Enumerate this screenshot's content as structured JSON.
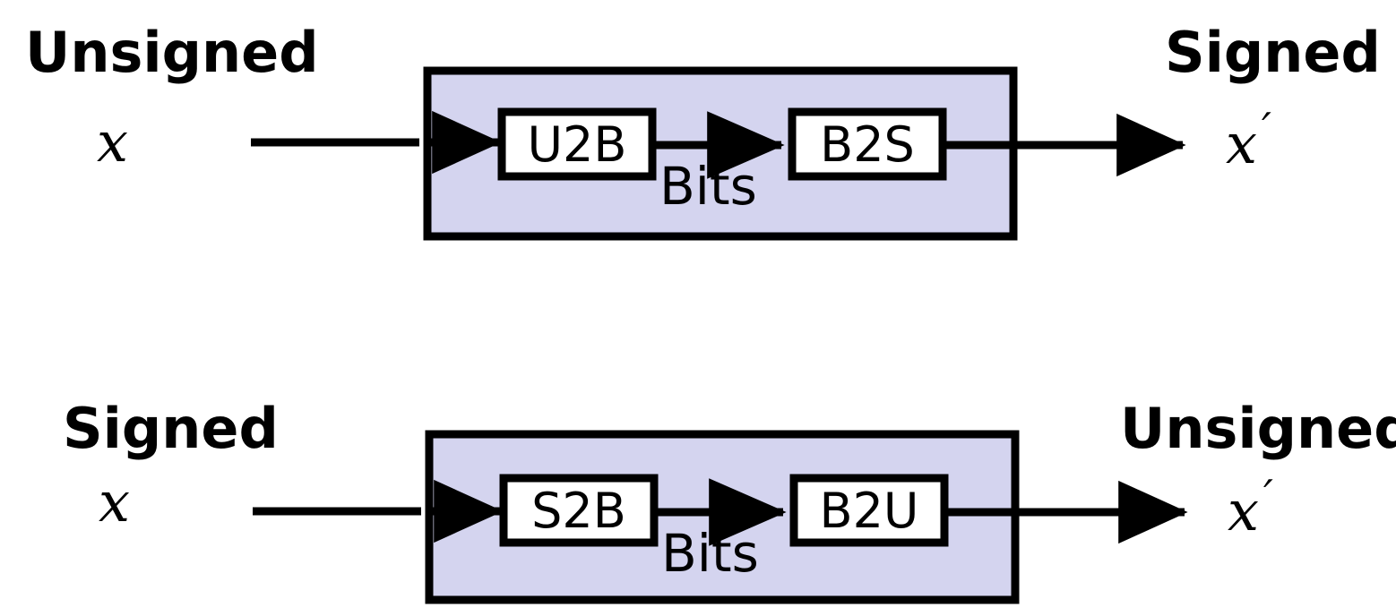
{
  "figure": {
    "title_semantic": "signed-unsigned-casting-diagram",
    "colors": {
      "outer_box_fill": "#d4d4ef",
      "outer_box_stroke": "#000000",
      "inner_box_fill": "#ffffff",
      "inner_box_stroke": "#000000",
      "arrow": "#000000",
      "text": "#000000",
      "background": "#ffffff"
    }
  },
  "rows": [
    {
      "id": "unsigned-to-signed",
      "left_label": "Unsigned",
      "right_label": "Signed",
      "input_var": "x",
      "output_var": "x",
      "output_prime": "′",
      "middle_label": "Bits",
      "stages": [
        {
          "id": "u2b",
          "label": "U2B"
        },
        {
          "id": "b2s",
          "label": "B2S"
        }
      ]
    },
    {
      "id": "signed-to-unsigned",
      "left_label": "Signed",
      "right_label": "Unsigned",
      "input_var": "x",
      "output_var": "x",
      "output_prime": "′",
      "middle_label": "Bits",
      "stages": [
        {
          "id": "s2b",
          "label": "S2B"
        },
        {
          "id": "b2u",
          "label": "B2U"
        }
      ]
    }
  ]
}
